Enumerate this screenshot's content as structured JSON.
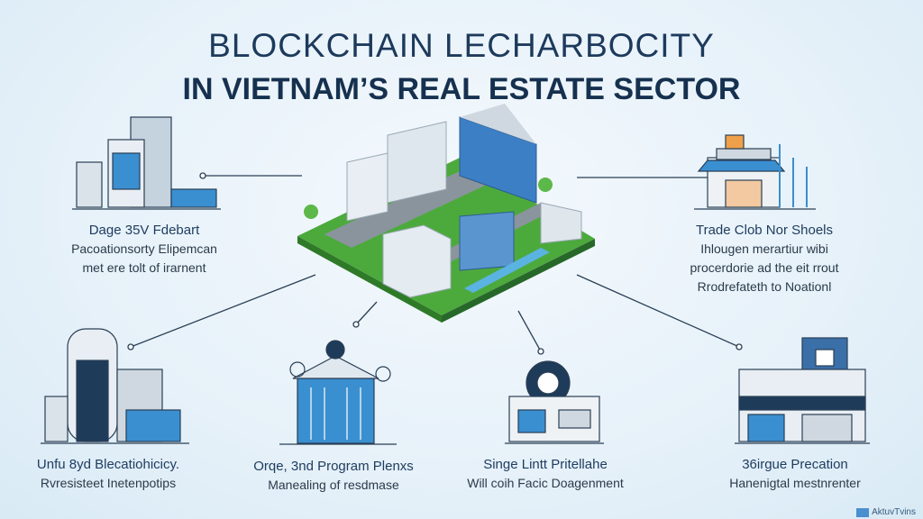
{
  "title": {
    "line1": "BLOCKCHAIN LECHARBOCITY",
    "line2": "IN VIETNAM’S REAL ESTATE SECTOR"
  },
  "sections": [
    {
      "heading": "Dage 35V Fdebart",
      "lines": [
        "Pacoationsorty Elipemcan",
        "met ere tolt of irarnent"
      ],
      "icon": "server-building-icon"
    },
    {
      "heading": "Trade Clob Nor Shoels",
      "lines": [
        "Ihlougen merartiur wibi",
        "procerdorie ad the eit rrout",
        "Rrodrefateth to Noationl"
      ],
      "icon": "storefront-icon"
    },
    {
      "heading": "Unfu 8yd Blecatiohicicy.",
      "lines": [
        "Rvresisteet Inetenpotips"
      ],
      "icon": "data-center-icon"
    },
    {
      "heading": "Orqe, 3nd Program Plenxs",
      "lines": [
        "Manealing of resdmase"
      ],
      "icon": "government-building-icon"
    },
    {
      "heading": "Singe Lintt Pritellahe",
      "lines": [
        "Will coih Facic Doagenment"
      ],
      "icon": "gear-factory-icon"
    },
    {
      "heading": "36irgue Precation",
      "lines": [
        "Hanenigtal mestnrenter"
      ],
      "icon": "shop-building-icon"
    }
  ],
  "watermark": "AktuvTvins",
  "colors": {
    "navy": "#1d3a5c",
    "accent": "#3a8fd0",
    "grass": "#4caa3c"
  }
}
